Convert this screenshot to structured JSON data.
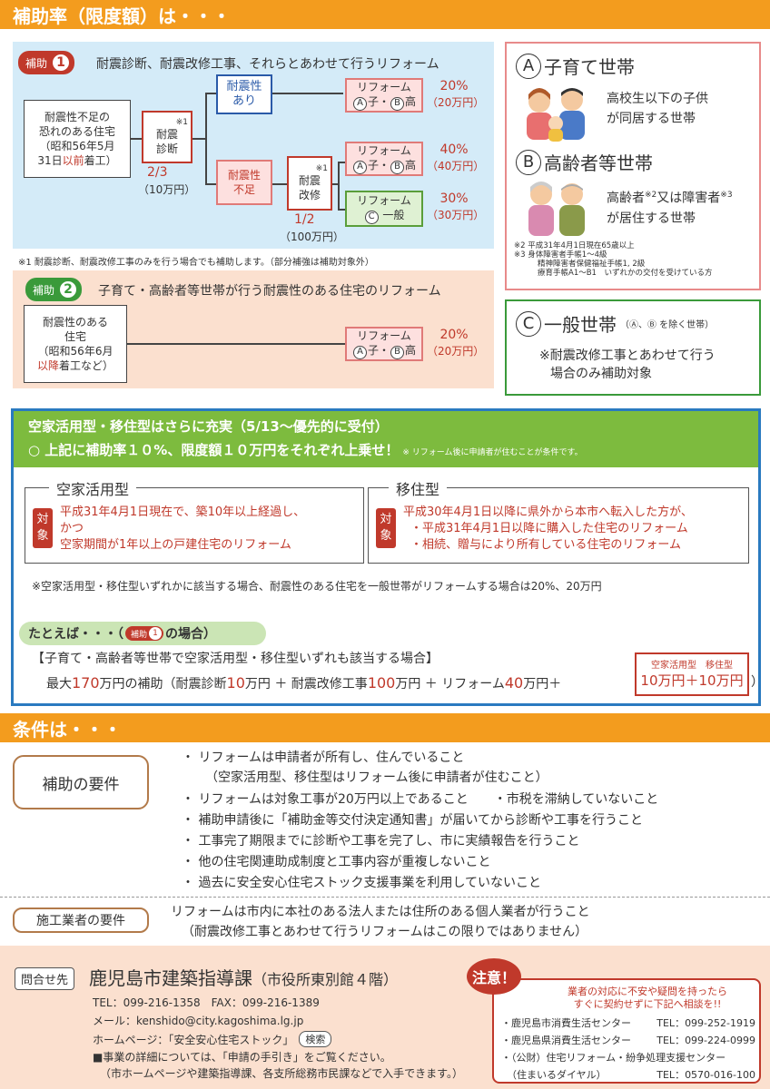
{
  "header_rate": "補助率（限度額）は・・・",
  "s1": {
    "pill": "補助",
    "num": "1",
    "title": "耐震診断、耐震改修工事、それらとあわせて行うリフォーム",
    "start_lines": [
      "耐震性不足の",
      "恐れのある住宅",
      "（昭和56年5月",
      "31日"
    ],
    "start_red": "以前",
    "start_tail": "着工）",
    "diag_lines": [
      "耐震",
      "診断"
    ],
    "diag_note": "※1",
    "diag_ratio": "2/3",
    "diag_amount": "（10万円）",
    "ok_lines": [
      "耐震性",
      "あり"
    ],
    "ng_lines": [
      "耐震性",
      "不足"
    ],
    "kaishu_lines": [
      "耐震",
      "改修"
    ],
    "kaishu_note": "※1",
    "kaishu_ratio": "1/2",
    "kaishu_amount": "（100万円）",
    "reform": "リフォーム",
    "ab_mid": "子・",
    "ab_end": "高",
    "c_end": "一般",
    "r1_pct": "20%",
    "r1_amt": "（20万円）",
    "r2_pct": "40%",
    "r2_amt": "（40万円）",
    "r3_pct": "30%",
    "r3_amt": "（30万円）",
    "footnote": "※1 耐震診断、耐震改修工事のみを行う場合でも補助します。（部分補強は補助対象外）"
  },
  "s2": {
    "pill": "補助",
    "num": "2",
    "title": "子育て・高齢者等世帯が行う耐震性のある住宅のリフォーム",
    "start_lines": [
      "耐震性のある",
      "住宅",
      "（昭和56年6月"
    ],
    "start_red": "以降",
    "start_tail": "着工など）",
    "reform": "リフォーム",
    "pct": "20%",
    "amt": "（20万円）"
  },
  "right": {
    "a_label": "A",
    "a_title": "子育て世帯",
    "a_desc": [
      "高校生以下の子供",
      "が同居する世帯"
    ],
    "b_label": "B",
    "b_title": "高齢者等世帯",
    "b_desc1": "高齢者",
    "b_sup2": "※2",
    "b_desc2": "又は障害者",
    "b_sup3": "※3",
    "b_desc3": "が居住する世帯",
    "notes": [
      "※2 平成31年4月1日現在65歳以上",
      "※3 身体障害者手帳1～4級",
      "精神障害者保健福祉手帳1, 2級",
      "療育手帳A1～B1　いずれかの交付を受けている方"
    ],
    "c_label": "C",
    "c_title": "一般世帯",
    "c_sub": "（Ⓐ、Ⓑ を除く世帯）",
    "c_desc": [
      "※耐震改修工事とあわせて行う",
      "場合のみ補助対象"
    ]
  },
  "akiya": {
    "head1": "空家活用型・移住型はさらに充実（5/13～優先的に受付）",
    "head2": "○ 上記に補助率１０%、限度額１０万円をそれぞれ上乗せ！",
    "head2_note": "※ リフォーム後に申請者が住むことが条件です。",
    "akiya_title": "空家活用型",
    "taisho": "対象",
    "akiya_lines": [
      "平成31年4月1日現在で、築10年以上経過し、",
      "かつ",
      "空家期間が1年以上の戸建住宅のリフォーム"
    ],
    "iju_title": "移住型",
    "iju_lines": [
      "平成30年4月1日以降に県外から本市へ転入した方が、",
      "・平成31年4月1日以降に購入した住宅のリフォーム",
      "・相続、贈与により所有している住宅のリフォーム"
    ],
    "note": "※空家活用型・移住型いずれかに該当する場合、耐震性のある住宅を一般世帯がリフォームする場合は20%、20万円",
    "ex_label": "たとえば・・・（",
    "ex_pill": "補助",
    "ex_num": "1",
    "ex_tail": "の場合）",
    "ex_line1": "【子育て・高齢者等世帯で空家活用型・移住型いずれも該当する場合】",
    "ex_line2a": "最大",
    "ex_line2b": "170",
    "ex_line2c": "万円の補助（耐震診断",
    "ex_line2d": "10",
    "ex_line2e": "万円 ＋ 耐震改修工事",
    "ex_line2f": "100",
    "ex_line2g": "万円 ＋ リフォーム",
    "ex_line2h": "40",
    "ex_line2i": "万円＋",
    "ex_box_t1": "空家活用型",
    "ex_box_t2": "移住型",
    "ex_box_v": "10万円＋10万円",
    "ex_close": "）"
  },
  "header_cond": "条件は・・・",
  "cond": {
    "req_label": "補助の要件",
    "req_items": [
      "・ リフォームは申請者が所有し、住んでいること",
      "（空家活用型、移住型はリフォーム後に申請者が住むこと）",
      "・ リフォームは対象工事が20万円以上であること　　・市税を滞納していないこと",
      "・ 補助申請後に「補助金等交付決定通知書」が届いてから診断や工事を行うこと",
      "・ 工事完了期限までに診断や工事を完了し、市に実績報告を行うこと",
      "・ 他の住宅関連助成制度と工事内容が重複しないこと",
      "・ 過去に安全安心住宅ストック支援事業を利用していないこと"
    ],
    "contractor_label": "施工業者の要件",
    "contractor_items": [
      "リフォームは市内に本社のある法人または住所のある個人業者が行うこと",
      "（耐震改修工事とあわせて行うリフォームはこの限りではありません）"
    ]
  },
  "contact": {
    "label": "問合せ先",
    "dept": "鹿児島市建築指導課",
    "dept_sub": "（市役所東別館４階）",
    "tel": "TEL：099-216-1358　FAX：099-216-1389",
    "mail": "メール：kenshido@city.kagoshima.lg.jp",
    "hp": "ホームページ：「安全安心住宅ストック」",
    "search": "検索",
    "detail": "■事業の詳細については、「申請の手引き」をご覧ください。",
    "detail2": "（市ホームページや建築指導課、各支所総務市民課などで入手できます。）"
  },
  "caution": {
    "title": "注意！",
    "msg1": "業者の対応に不安や疑問を持ったら",
    "msg2": "すぐに契約せずに下記へ相談を!!",
    "rows": [
      [
        "・鹿児島市消費生活センター",
        "TEL：099-252-1919"
      ],
      [
        "・鹿児島県消費生活センター",
        "TEL：099-224-0999"
      ],
      [
        "・（公財）住宅リフォーム・紛争処理支援センター",
        ""
      ],
      [
        "（住まいるダイヤル）",
        "TEL：0570-016-100"
      ]
    ]
  },
  "colors": {
    "orange": "#f39c1e",
    "red": "#c0392b",
    "blue": "#2a5aa8",
    "green": "#5a9e3a"
  }
}
